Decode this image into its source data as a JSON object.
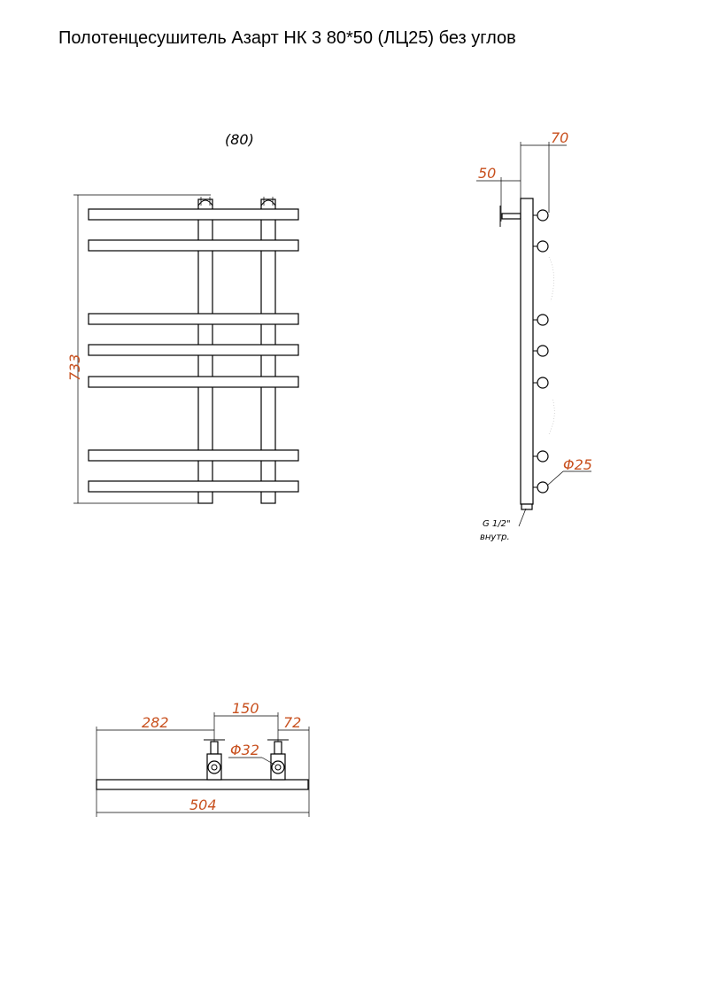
{
  "title": "Полотенцесушитель Азарт НК 3 80*50 (ЛЦ25) без углов",
  "colors": {
    "dimension": "#c8501e",
    "line": "#000000"
  },
  "front_view": {
    "dim_width": "(80)",
    "dim_height": "733",
    "crossbar_count": 7
  },
  "side_view": {
    "dim_depth_total": "70",
    "dim_depth_wall": "50",
    "dim_tube_diameter": "Φ25",
    "thread_label": "G 1/2\"",
    "thread_note": "внутр."
  },
  "top_view": {
    "dim_left": "282",
    "dim_center": "150",
    "dim_right": "72",
    "dim_total": "504",
    "dim_pipe_diameter": "Φ32"
  }
}
